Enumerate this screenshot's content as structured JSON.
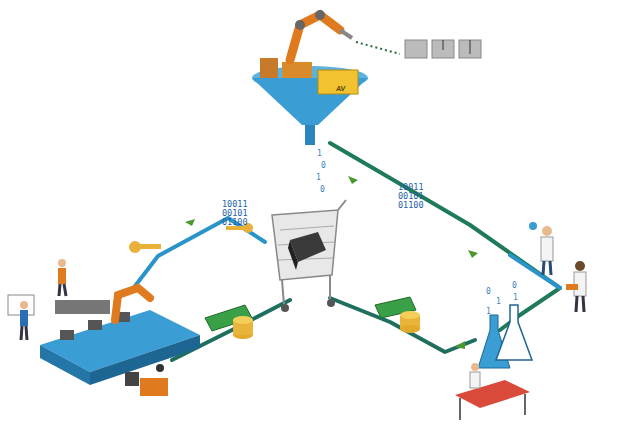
{
  "diagram": {
    "labels": [
      "AV",
      "10011 00101 01100",
      "10011 00101 01100",
      "1",
      "0",
      "1",
      "0",
      "0",
      "1",
      "1",
      "0",
      "1"
    ]
  }
}
